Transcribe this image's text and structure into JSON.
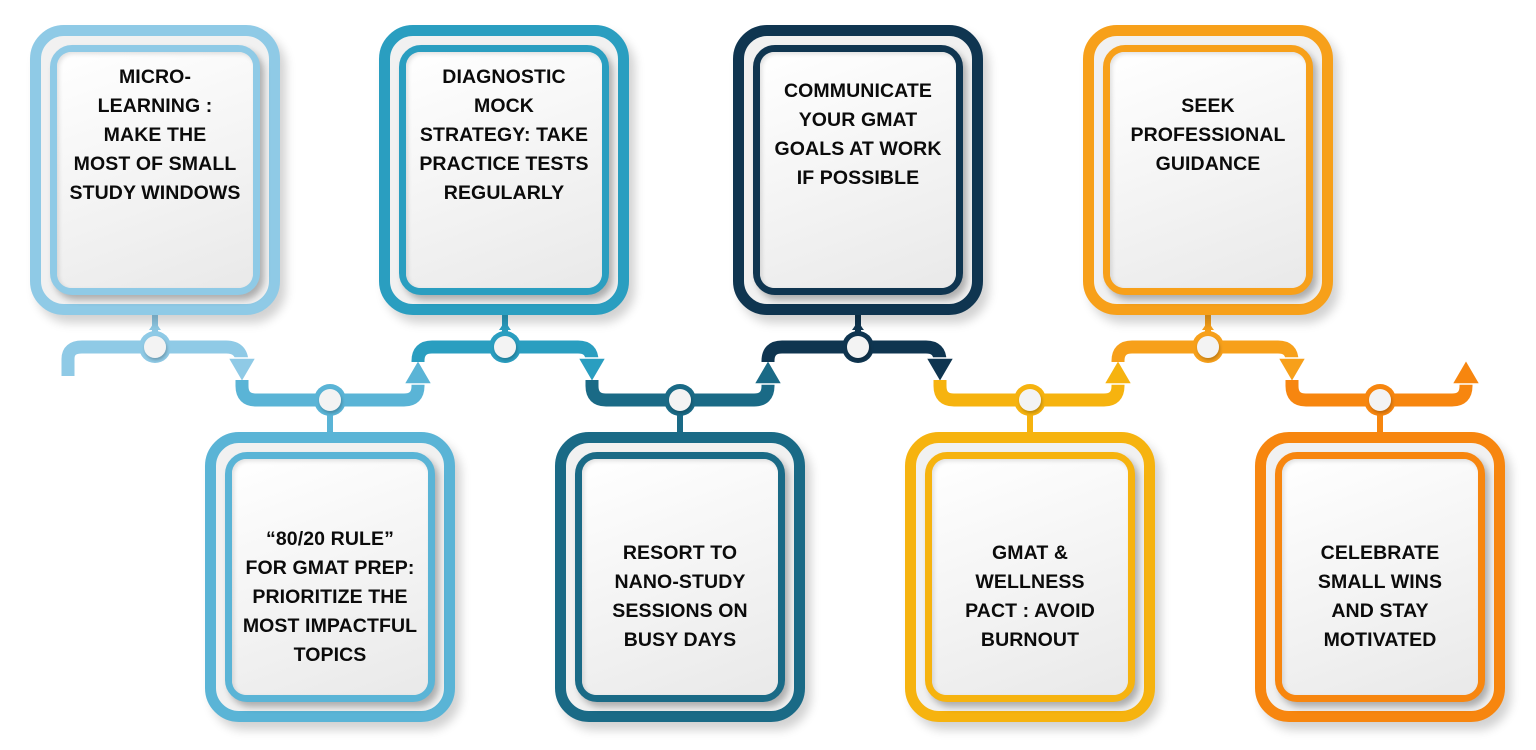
{
  "infographic": {
    "steps": [
      {
        "label": "MICRO-\nLEARNING :\nMAKE THE\nMOST OF SMALL\nSTUDY WINDOWS",
        "color": "#8FCAE6",
        "row": "top"
      },
      {
        "label": "“80/20 RULE”\nFOR GMAT PREP:\nPRIORITIZE THE\nMOST IMPACTFUL\nTOPICS",
        "color": "#5AB4D6",
        "row": "bottom"
      },
      {
        "label": "DIAGNOSTIC\nMOCK\nSTRATEGY: TAKE\nPRACTICE TESTS\nREGULARLY",
        "color": "#2A9EC0",
        "row": "top"
      },
      {
        "label": "RESORT TO\nNANO-STUDY\nSESSIONS ON\nBUSY DAYS",
        "color": "#1A6A86",
        "row": "bottom"
      },
      {
        "label": "COMMUNICATE\nYOUR GMAT\nGOALS AT WORK\nIF POSSIBLE",
        "color": "#0F3550",
        "row": "top"
      },
      {
        "label": "GMAT &\nWELLNESS\nPACT : AVOID\nBURNOUT",
        "color": "#F6B30F",
        "row": "bottom"
      },
      {
        "label": "SEEK\nPROFESSIONAL\nGUIDANCE",
        "color": "#F7A01A",
        "row": "top"
      },
      {
        "label": "CELEBRATE\nSMALL WINS\nAND STAY\nMOTIVATED",
        "color": "#F7860F",
        "row": "bottom"
      }
    ],
    "icons": {
      "node": "circle-node-icon",
      "arrow_down": "arrow-down-icon",
      "arrow_up": "arrow-up-icon"
    }
  }
}
